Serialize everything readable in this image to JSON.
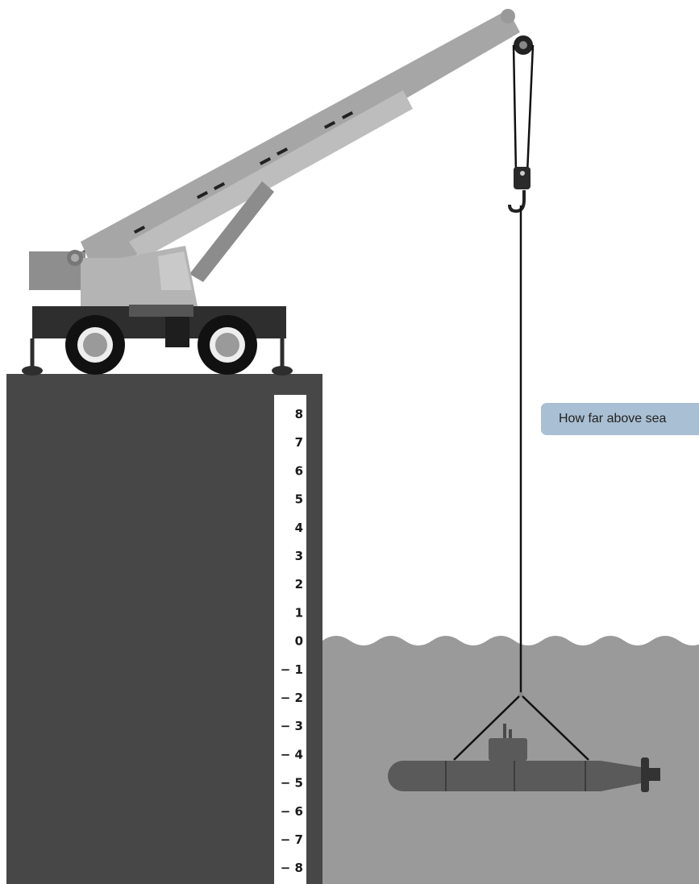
{
  "tooltip": {
    "text": "How far above sea"
  },
  "scale": {
    "labels": [
      "8",
      "7",
      "6",
      "5",
      "4",
      "3",
      "2",
      "1",
      "0",
      "− 1",
      "− 2",
      "− 3",
      "− 4",
      "− 5",
      "− 6",
      "− 7",
      "− 8"
    ]
  },
  "colors": {
    "cliff": "#474747",
    "water": "#9a9a9a",
    "tooltip": "#a9bfd3",
    "crane_boom": "#a6a6a6",
    "submarine": "#5a5a5a"
  }
}
